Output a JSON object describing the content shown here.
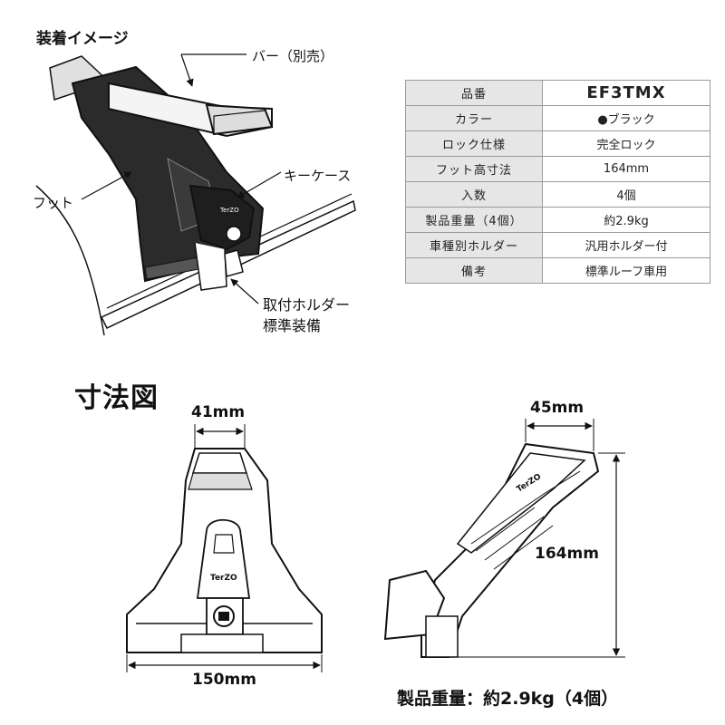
{
  "install": {
    "title": "装着イメージ",
    "label_bar": "バー（別売）",
    "label_foot": "フット",
    "label_keycase": "キーケース",
    "label_holder_line1": "取付ホルダー",
    "label_holder_line2": "標準装備"
  },
  "spec_table": {
    "rows": [
      {
        "label": "品番",
        "value": "EF3TMX"
      },
      {
        "label": "カラー",
        "value": "●ブラック"
      },
      {
        "label": "ロック仕様",
        "value": "完全ロック"
      },
      {
        "label": "フット高寸法",
        "value": "164mm"
      },
      {
        "label": "入数",
        "value": "4個"
      },
      {
        "label": "製品重量（4個）",
        "value": "約2.9kg"
      },
      {
        "label": "車種別ホルダー",
        "value": "汎用ホルダー付"
      },
      {
        "label": "備考",
        "value": "標準ルーフ車用"
      }
    ]
  },
  "dimensions": {
    "title": "寸法図",
    "top_width": "41mm",
    "base_width": "150mm",
    "side_top_width": "45mm",
    "height": "164mm",
    "brand_logo": "TerZO",
    "weight_note": "製品重量：約2.9kg（4個）"
  },
  "colors": {
    "product": "#2b2b2b",
    "table_header_bg": "#e6e6e6",
    "table_border": "#9a9a9a"
  }
}
